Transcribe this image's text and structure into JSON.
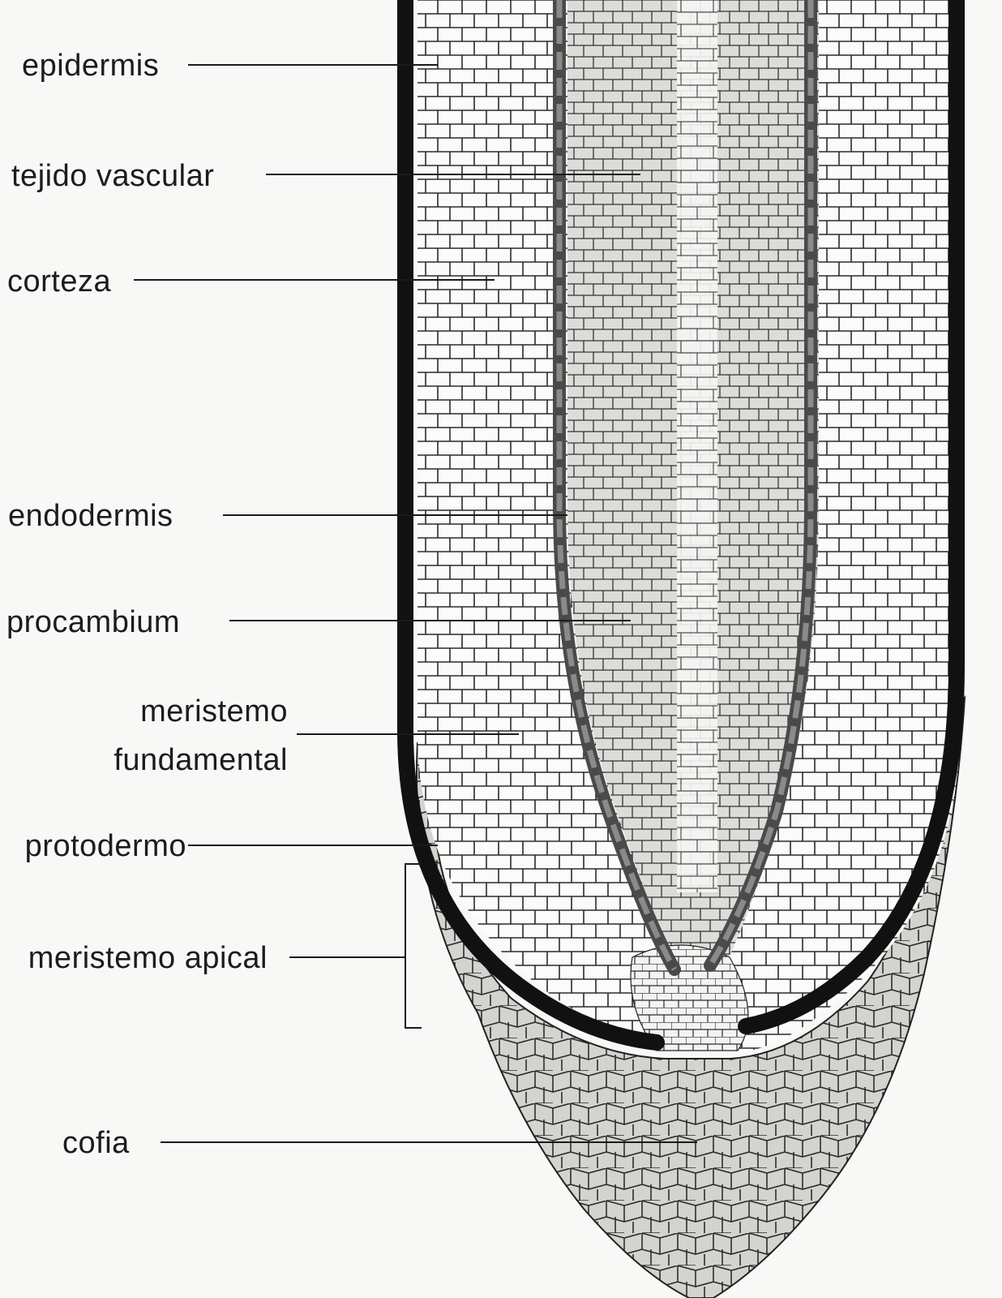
{
  "labels": {
    "epidermis": "epidermis",
    "tejido_vascular": "tejido vascular",
    "corteza": "corteza",
    "endodermis": "endodermis",
    "procambium": "procambium",
    "meristemo_line1": "meristemo",
    "meristemo_line2": "fundamental",
    "protodermo": "protodermo",
    "meristemo_apical": "meristemo apical",
    "cofia": "cofia"
  },
  "colors": {
    "ink": "#111111",
    "cell_line": "#2a2a2a",
    "vascular_fill": "#d9d9d6",
    "cap_fill": "#d6d6d3",
    "paper": "#f8f8f6"
  }
}
